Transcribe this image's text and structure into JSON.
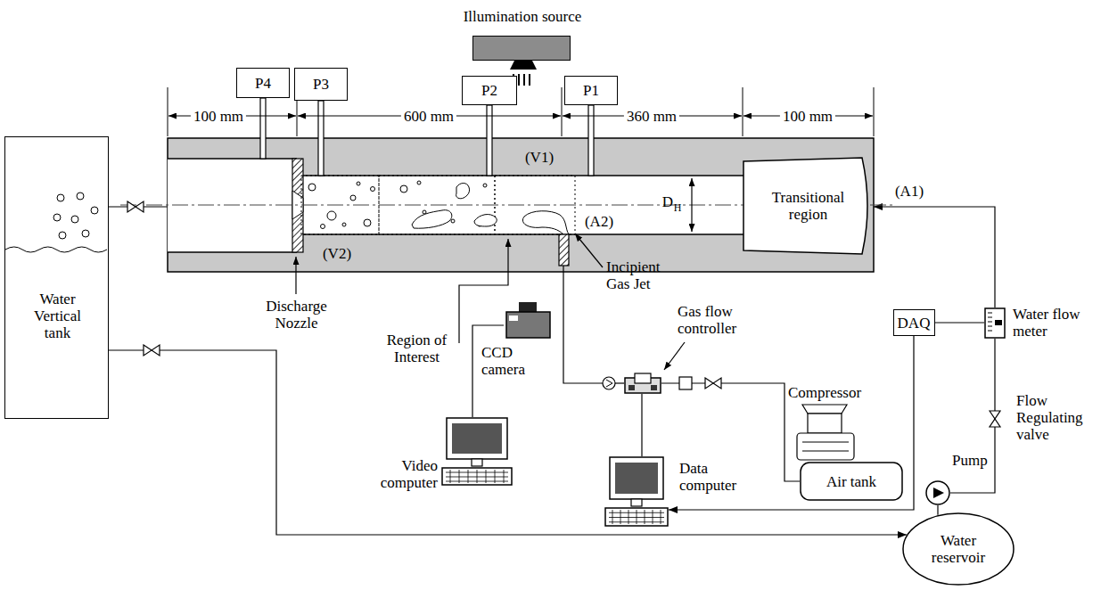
{
  "diagram": {
    "nodes": [
      {
        "text": [
          "Illumination source"
        ]
      },
      {
        "text": [
          "P4"
        ]
      },
      {
        "text": [
          "P3"
        ]
      },
      {
        "text": [
          "P2"
        ]
      },
      {
        "text": [
          "P1"
        ]
      },
      {
        "text": [
          "Water Vertical tank"
        ]
      },
      {
        "text": [
          "Transitional region"
        ]
      },
      {
        "text": [
          "DAQ"
        ]
      },
      {
        "text": [
          "Water flow meter"
        ]
      },
      {
        "text": [
          "Gas flow controller"
        ]
      },
      {
        "text": [
          "Air tank"
        ]
      },
      {
        "text": [
          "CCD camera"
        ]
      },
      {
        "text": [
          "Video computer"
        ]
      },
      {
        "text": [
          "Data computer"
        ]
      },
      {
        "text": [
          "Pump"
        ]
      },
      {
        "text": [
          "Water reservoir"
        ]
      }
    ],
    "edges": [
      {
        "from": 5,
        "to": 15,
        "arrow": "to"
      },
      {
        "from": 8,
        "to": 6,
        "arrow": "to"
      },
      {
        "from": 7,
        "to": 8,
        "arrow": "none"
      },
      {
        "from": 7,
        "to": 13,
        "arrow": "to"
      },
      {
        "from": 10,
        "to": 9,
        "arrow": "none"
      },
      {
        "from": 9,
        "to": 13,
        "arrow": "none"
      },
      {
        "from": 11,
        "to": 12,
        "arrow": "none"
      },
      {
        "from": 14,
        "to": 8,
        "arrow": "none"
      },
      {
        "from": 15,
        "to": 14,
        "arrow": "none"
      }
    ],
    "labels": [
      "100 mm",
      "600 mm",
      "360 mm",
      "100 mm",
      "(V1)",
      "(V2)",
      "(A1)",
      "(A2)",
      "D",
      "H",
      "Discharge Nozzle",
      "Region of Interest",
      "Incipient Gas Jet",
      "Flow Regulating valve",
      "Compressor"
    ]
  }
}
